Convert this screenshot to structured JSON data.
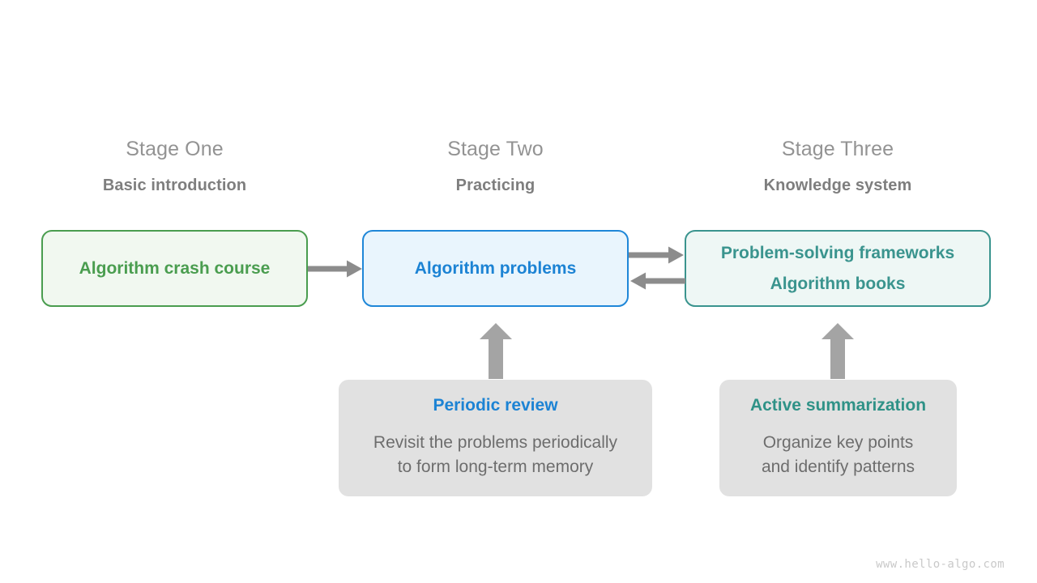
{
  "diagram": {
    "watermark": "www.hello-algo.com",
    "colors": {
      "green": "#4a9d4f",
      "blue": "#1c83d4",
      "teal": "#3a948e",
      "gray_text": "#6d6d6d",
      "stage_title": "#939393",
      "stage_subtitle": "#7e7e7e",
      "support_fill": "#e1e1e1",
      "arrow": "#8c8c8c"
    },
    "stages": [
      {
        "title": "Stage One",
        "subtitle": "Basic introduction",
        "box_lines": [
          "Algorithm crash course"
        ],
        "accent": "#4a9d4f"
      },
      {
        "title": "Stage Two",
        "subtitle": "Practicing",
        "box_lines": [
          "Algorithm problems"
        ],
        "accent": "#1c83d4"
      },
      {
        "title": "Stage Three",
        "subtitle": "Knowledge system",
        "box_lines": [
          "Problem-solving frameworks",
          "Algorithm books"
        ],
        "accent": "#3a948e"
      }
    ],
    "support": [
      {
        "title": "Periodic review",
        "body": "Revisit the problems periodically\nto form long-term memory",
        "accent": "#1c83d4"
      },
      {
        "title": "Active summarization",
        "body": "Organize key points\nand identify patterns",
        "accent": "#2f9287"
      }
    ],
    "arrows": [
      {
        "name": "stage-one-to-stage-two",
        "direction": "right"
      },
      {
        "name": "stage-two-to-stage-three",
        "direction": "right"
      },
      {
        "name": "stage-three-to-stage-two",
        "direction": "left"
      },
      {
        "name": "periodic-review-to-stage-two",
        "direction": "up"
      },
      {
        "name": "active-summarization-to-stage-three",
        "direction": "up"
      }
    ]
  }
}
